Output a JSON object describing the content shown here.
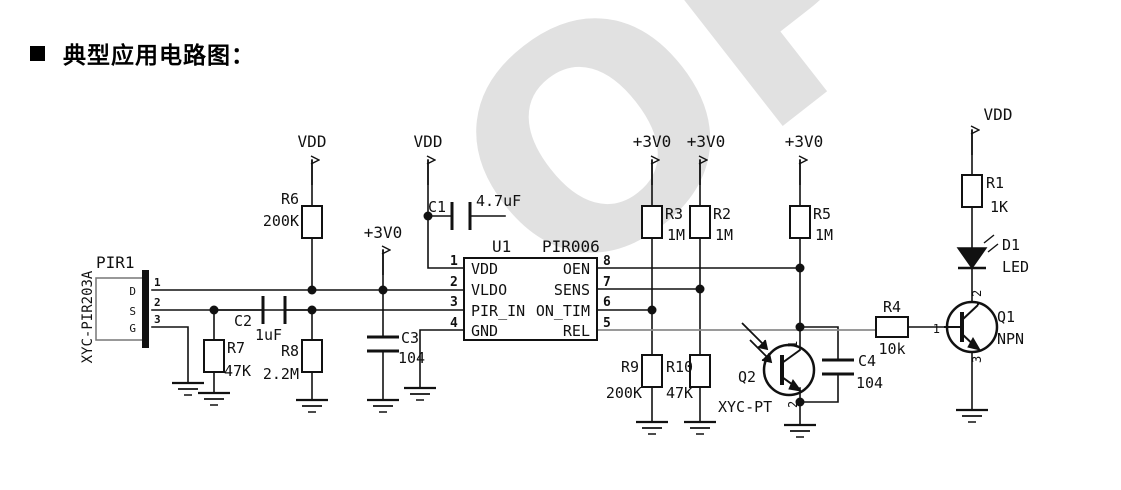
{
  "heading": {
    "bullet": "square-bullet",
    "text": "典型应用电路图："
  },
  "watermark": {
    "text": "OPTO",
    "color": "#e0e0e0"
  },
  "schematic": {
    "title": "Typical Application Circuit",
    "ic": {
      "refdes": "U1",
      "part": "PIR006",
      "pins_left": [
        {
          "number": "1",
          "name": "VDD"
        },
        {
          "number": "2",
          "name": "VLDO"
        },
        {
          "number": "3",
          "name": "PIR_IN"
        },
        {
          "number": "4",
          "name": "GND"
        }
      ],
      "pins_right": [
        {
          "number": "8",
          "name": "OEN"
        },
        {
          "number": "7",
          "name": "SENS"
        },
        {
          "number": "6",
          "name": "ON_TIM"
        },
        {
          "number": "5",
          "name": "REL"
        }
      ]
    },
    "connector": {
      "refdes": "PIR1",
      "part": "XYC-PIR203A",
      "pins": [
        {
          "number": "1",
          "name": "D"
        },
        {
          "number": "2",
          "name": "S"
        },
        {
          "number": "3",
          "name": "G"
        }
      ]
    },
    "resistors": [
      {
        "refdes": "R1",
        "value": "1K"
      },
      {
        "refdes": "R2",
        "value": "1M"
      },
      {
        "refdes": "R3",
        "value": "1M"
      },
      {
        "refdes": "R4",
        "value": "10k"
      },
      {
        "refdes": "R5",
        "value": "1M"
      },
      {
        "refdes": "R6",
        "value": "200K"
      },
      {
        "refdes": "R7",
        "value": "47K"
      },
      {
        "refdes": "R8",
        "value": "2.2M"
      },
      {
        "refdes": "R9",
        "value": "200K"
      },
      {
        "refdes": "R10",
        "value": "47K"
      }
    ],
    "capacitors": [
      {
        "refdes": "C1",
        "value": "4.7uF"
      },
      {
        "refdes": "C2",
        "value": "1uF"
      },
      {
        "refdes": "C3",
        "value": "104"
      },
      {
        "refdes": "C4",
        "value": "104"
      }
    ],
    "transistors": [
      {
        "refdes": "Q1",
        "part": "NPN",
        "pins": [
          "1",
          "2",
          "3"
        ]
      },
      {
        "refdes": "Q2",
        "part": "XYC-PT",
        "pins": [
          "1",
          "2"
        ]
      }
    ],
    "diodes": [
      {
        "refdes": "D1",
        "part": "LED"
      }
    ],
    "power_nets": [
      {
        "label": "VDD",
        "id": "vdd-r6"
      },
      {
        "label": "VDD",
        "id": "vdd-c1"
      },
      {
        "label": "+3V0",
        "id": "p3v0-c3"
      },
      {
        "label": "+3V0",
        "id": "p3v0-r3"
      },
      {
        "label": "+3V0",
        "id": "p3v0-r2"
      },
      {
        "label": "+3V0",
        "id": "p3v0-r5"
      },
      {
        "label": "VDD",
        "id": "vdd-r1"
      }
    ]
  }
}
